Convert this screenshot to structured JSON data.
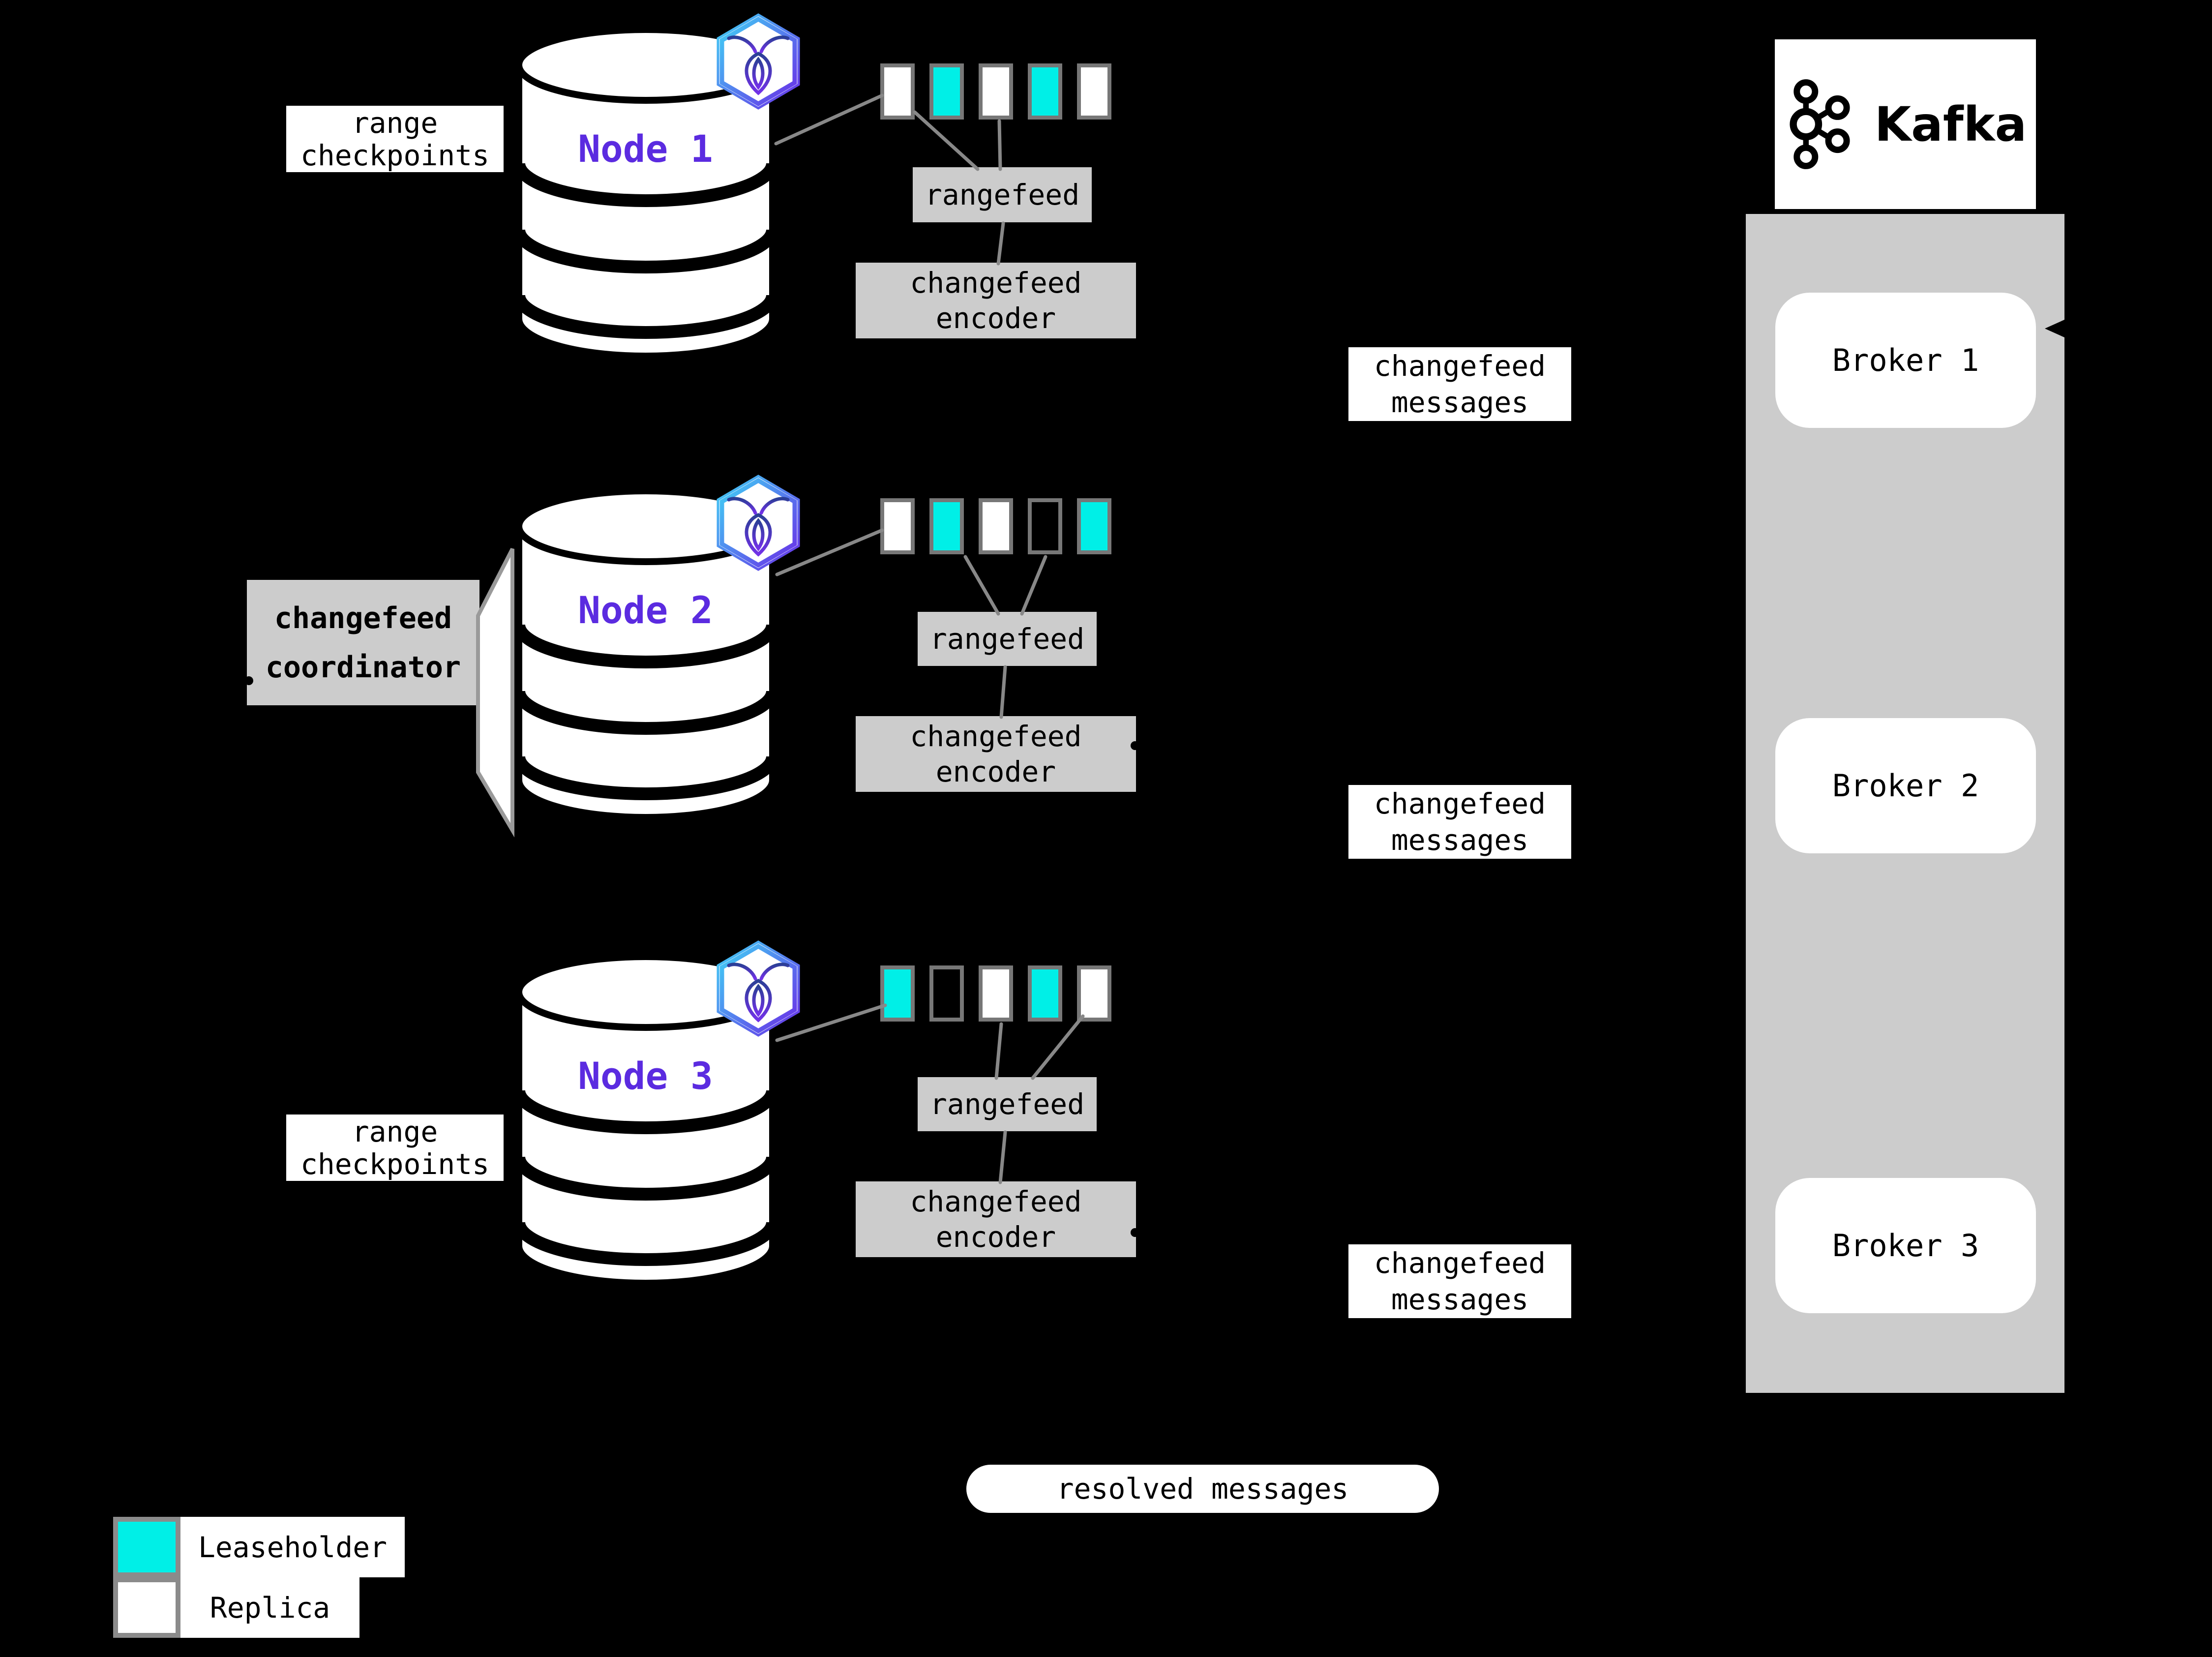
{
  "colors": {
    "background": "#000000",
    "leaseholder_cyan": "#00efe7",
    "replica_white": "#ffffff",
    "box_gray": "#cccccc",
    "connector_gray": "#888888",
    "node_label_purple": "#5b2be0"
  },
  "icons": {
    "cockroachdb_icon": "hexagon badge with roach glyph",
    "kafka_logo_icon": "connected circles network glyph",
    "arrowhead_icon": "small left-pointing arrowhead"
  },
  "nodes": [
    {
      "name": "Node 1",
      "annotation": "range\ncheckpoints",
      "rangefeed": "rangefeed",
      "encoder": "changefeed\nencoder",
      "ranges": [
        "replica",
        "leaseholder",
        "replica",
        "leaseholder",
        "replica"
      ]
    },
    {
      "name": "Node 2",
      "annotation": "changefeed\ncoordinator",
      "rangefeed": "rangefeed",
      "encoder": "changefeed\nencoder",
      "ranges": [
        "replica",
        "leaseholder",
        "replica",
        "empty",
        "leaseholder"
      ]
    },
    {
      "name": "Node 3",
      "annotation": "range\ncheckpoints",
      "rangefeed": "rangefeed",
      "encoder": "changefeed\nencoder",
      "ranges": [
        "leaseholder",
        "empty",
        "replica",
        "leaseholder",
        "replica"
      ]
    }
  ],
  "flows": {
    "messages": [
      "changefeed\nmessages",
      "changefeed\nmessages",
      "changefeed\nmessages"
    ],
    "resolved": "resolved messages"
  },
  "kafka": {
    "brand": "Kafka",
    "brokers": [
      {
        "label": "Broker 1"
      },
      {
        "label": "Broker 2"
      },
      {
        "label": "Broker 3"
      }
    ]
  },
  "legend": {
    "items": [
      {
        "label": "Leaseholder",
        "kind": "leaseholder"
      },
      {
        "label": "Replica",
        "kind": "replica"
      }
    ]
  }
}
